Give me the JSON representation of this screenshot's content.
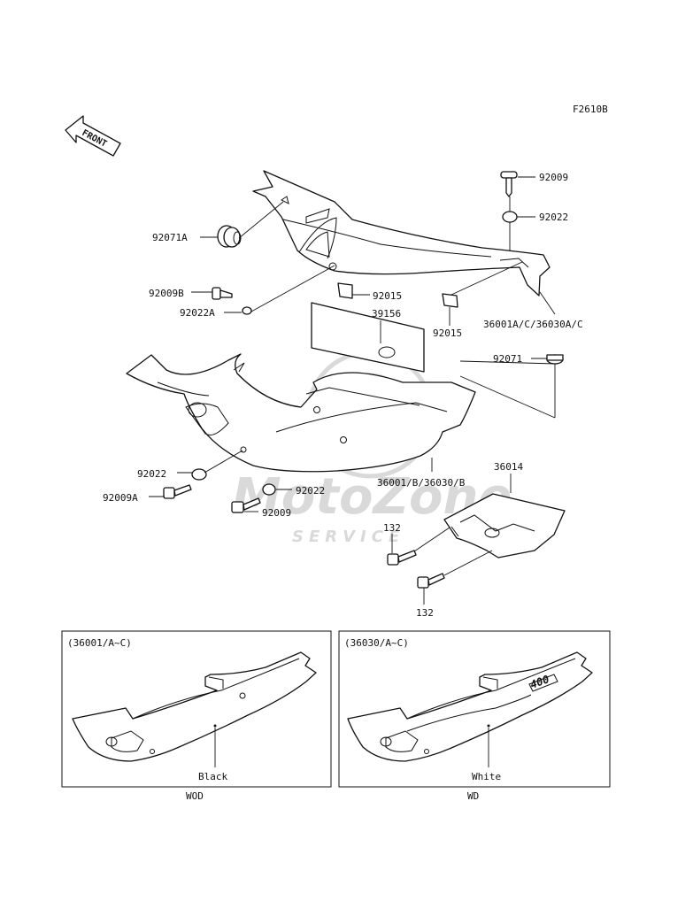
{
  "diagram_code": "F2610B",
  "front_label": "FRONT",
  "watermark": {
    "brand": "MotoZone",
    "sub": "SERVICE"
  },
  "callouts": {
    "c_92009_top": "92009",
    "c_92022_top": "92022",
    "c_92071A": "92071A",
    "c_92009B": "92009B",
    "c_92022A": "92022A",
    "c_92015_a": "92015",
    "c_92015_b": "92015",
    "c_36001AC": "36001A/C/36030A/C",
    "c_39156": "39156",
    "c_92071": "92071",
    "c_36014": "36014",
    "c_36001B": "36001/B/36030/B",
    "c_92022_left": "92022",
    "c_92009A": "92009A",
    "c_92022_mid": "92022",
    "c_92009_mid": "92009",
    "c_132_top": "132",
    "c_132_bottom": "132"
  },
  "variants": [
    {
      "title": "(36001/A~C)",
      "color_label": "Black",
      "model": "WOD"
    },
    {
      "title": "(36030/A~C)",
      "color_label": "White",
      "model": "WD"
    }
  ],
  "emblem_text": "400"
}
